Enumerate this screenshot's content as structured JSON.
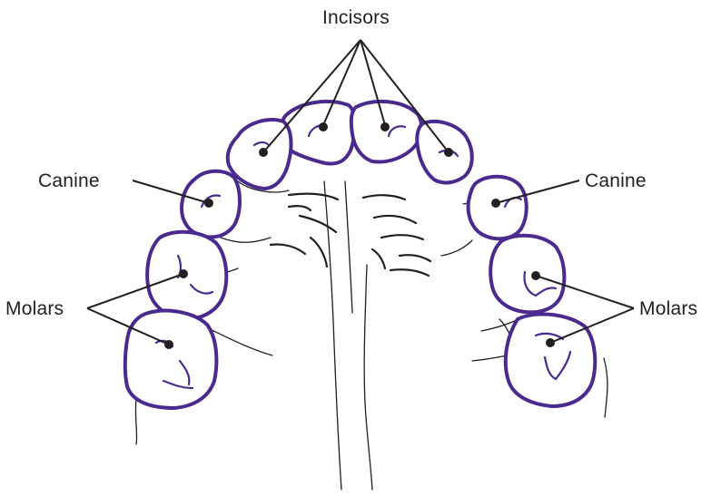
{
  "labels": {
    "incisors": "Incisors",
    "canine_left": "Canine",
    "canine_right": "Canine",
    "molars_left": "Molars",
    "molars_right": "Molars"
  },
  "colors": {
    "tooth_outline": "#4b2a8f",
    "text_and_leaders": "#231f20",
    "background": "#ffffff"
  }
}
